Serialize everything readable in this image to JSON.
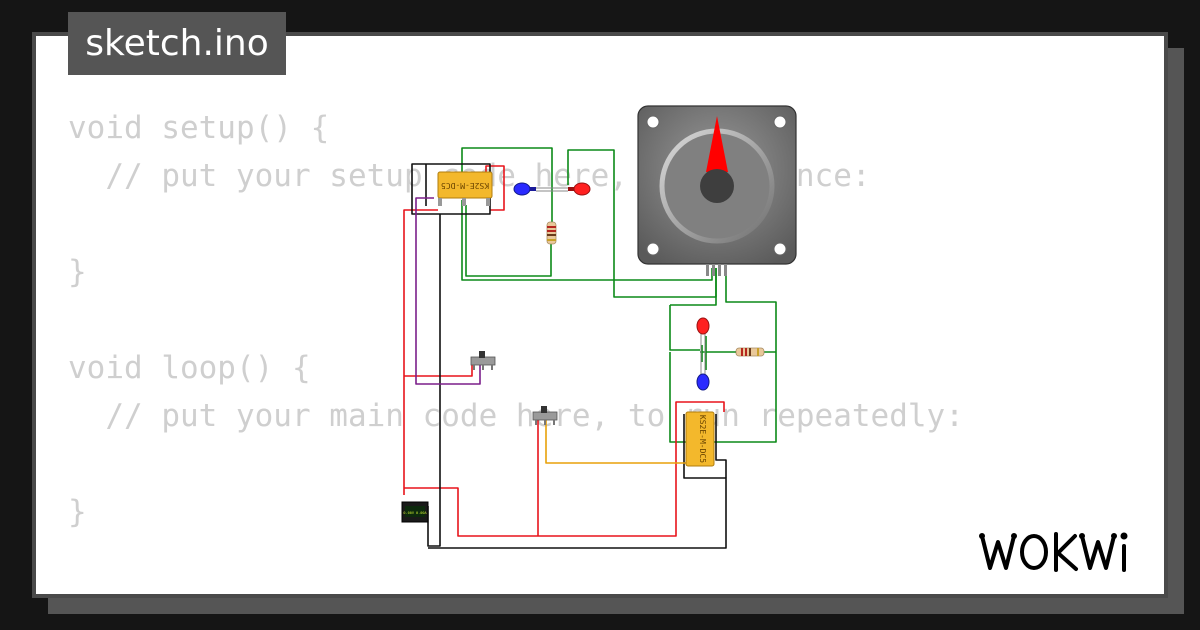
{
  "editor": {
    "file_tab": "sketch.ino",
    "code_lines": [
      "void setup() {",
      "  // put your setup code here, to run once:",
      "",
      "}",
      "",
      "void loop() {",
      "  // put your main code here, to run repeatedly:",
      "",
      "}"
    ]
  },
  "diagram": {
    "relay_top": {
      "label": "KS2E-M-DC5"
    },
    "relay_bottom": {
      "label": "KS2E-M-DC5"
    },
    "power_module": {
      "label": "0.00V 0.00A"
    },
    "leds_top": [
      "blue",
      "red"
    ],
    "leds_bottom": [
      "red",
      "blue"
    ],
    "wire_colors": {
      "red": "#e8141b",
      "green": "#0c8a18",
      "black": "#111111",
      "purple": "#7b1f8a",
      "orange": "#e8a10a"
    },
    "stepper_pointer_color": "#ff0000"
  },
  "brand": {
    "name": "WOKWI"
  }
}
